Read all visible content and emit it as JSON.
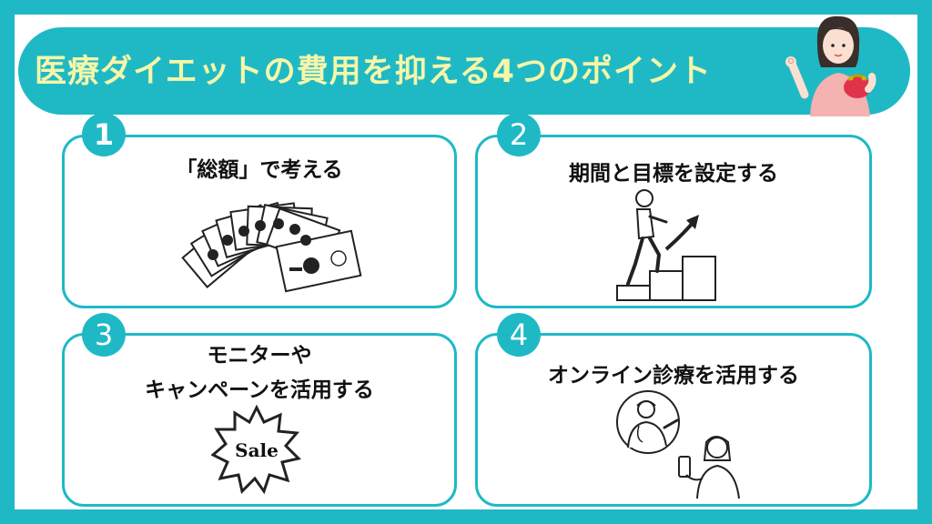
{
  "title": "医療ダイエットの費用を抑える4つのポイント",
  "colors": {
    "accent": "#1fb9c6",
    "title_text": "#f6f6a8",
    "background": "#ffffff"
  },
  "points": [
    {
      "number": "1",
      "title": "「総額」で考える",
      "icon": "banknotes-fan-icon"
    },
    {
      "number": "2",
      "title": "期間と目標を設定する",
      "icon": "climbing-stairs-icon"
    },
    {
      "number": "3",
      "title_line1": "モニターや",
      "title_line2": "キャンペーンを活用する",
      "icon": "sale-badge-icon",
      "badge_text": "Sale"
    },
    {
      "number": "4",
      "title": "オンライン診療を活用する",
      "icon": "online-consultation-icon"
    }
  ]
}
